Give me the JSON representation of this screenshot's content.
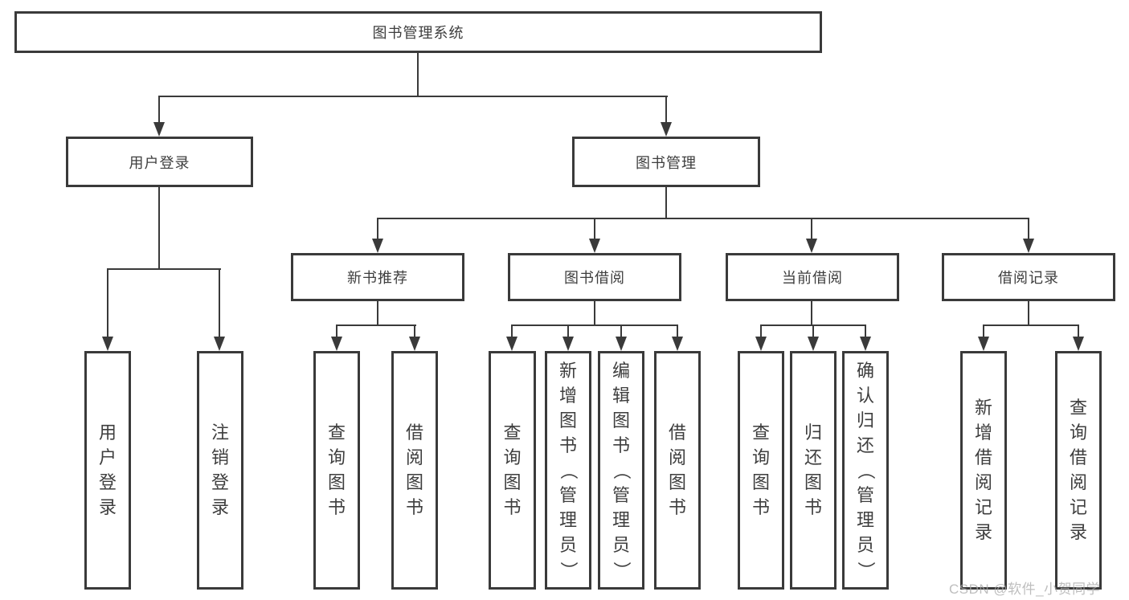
{
  "diagram_title": "图书管理系统",
  "nodes": {
    "root": {
      "label": "图书管理系统"
    },
    "level2": [
      {
        "label": "用户登录"
      },
      {
        "label": "图书管理"
      }
    ],
    "level3": [
      {
        "label": "新书推荐",
        "parent": "图书管理"
      },
      {
        "label": "图书借阅",
        "parent": "图书管理"
      },
      {
        "label": "当前借阅",
        "parent": "图书管理"
      },
      {
        "label": "借阅记录",
        "parent": "图书管理"
      }
    ],
    "leaves": [
      {
        "label": "用户登录",
        "parent": "用户登录"
      },
      {
        "label": "注销登录",
        "parent": "用户登录"
      },
      {
        "label": "查询图书",
        "parent": "新书推荐"
      },
      {
        "label": "借阅图书",
        "parent": "新书推荐"
      },
      {
        "label": "查询图书",
        "parent": "图书借阅"
      },
      {
        "label": "新增图书（管理员）",
        "parent": "图书借阅"
      },
      {
        "label": "编辑图书（管理员）",
        "parent": "图书借阅"
      },
      {
        "label": "借阅图书",
        "parent": "图书借阅"
      },
      {
        "label": "查询图书",
        "parent": "当前借阅"
      },
      {
        "label": "归还图书",
        "parent": "当前借阅"
      },
      {
        "label": "确认归还（管理员）",
        "parent": "当前借阅"
      },
      {
        "label": "新增借阅记录",
        "parent": "借阅记录"
      },
      {
        "label": "查询借阅记录",
        "parent": "借阅记录"
      }
    ]
  },
  "watermark": {
    "text": "CSDN @软件_小贺同学"
  },
  "colors": {
    "line": "#3a3a3a",
    "text": "#3e3e3e",
    "watermark": "#a9a9a9",
    "bg": "#ffffff"
  }
}
